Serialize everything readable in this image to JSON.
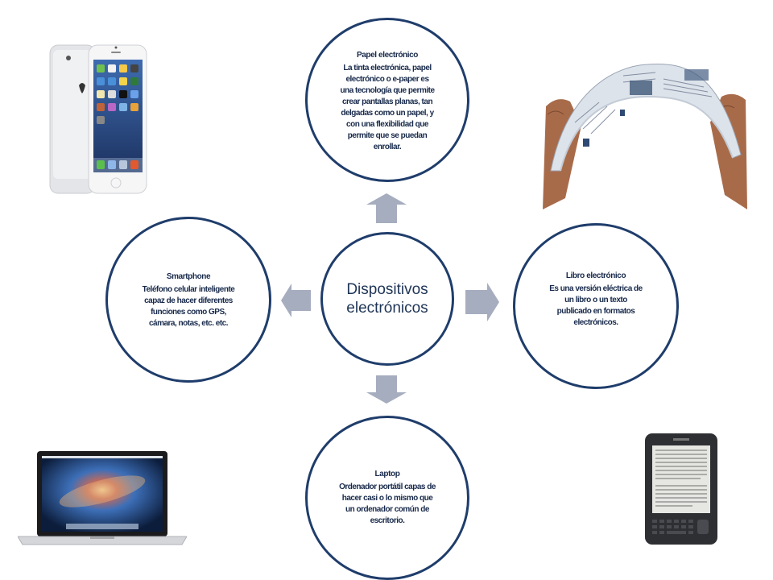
{
  "diagram": {
    "center": {
      "label": "Dispositivos electrónicos",
      "line1": "Dispositivos",
      "line2": "electrónicos"
    },
    "nodes": [
      {
        "id": "papel",
        "title": "Papel electrónico",
        "lines": [
          "La tinta electrónica, papel",
          "electrónico o e-paper es",
          "una tecnología que permite",
          "crear pantallas planas, tan",
          "delgadas como un papel, y",
          "con una flexibilidad que",
          "permite que se puedan",
          "enrollar."
        ]
      },
      {
        "id": "smartphone",
        "title": "Smartphone",
        "lines": [
          "Teléfono celular  inteligente",
          "capaz de hacer diferentes",
          "funciones como GPS,",
          "cámara,  notas, etc. etc."
        ]
      },
      {
        "id": "libro",
        "title": "Libro electrónico",
        "lines": [
          "Es una versión  eléctrica  de",
          "un libro o un  texto",
          "publicado en formatos",
          "electrónicos."
        ]
      },
      {
        "id": "laptop",
        "title": "Laptop",
        "lines": [
          "Ordenador portátil capas de",
          "hacer casi o lo mismo que",
          "un ordenador  común de",
          "escritorio."
        ]
      }
    ],
    "arrows": [
      "up",
      "left",
      "right",
      "down"
    ],
    "images": [
      {
        "name": "iphone-photo",
        "depicts": "smartphone"
      },
      {
        "name": "flexible-epaper-photo",
        "depicts": "papel electrónico"
      },
      {
        "name": "macbook-photo",
        "depicts": "laptop"
      },
      {
        "name": "kindle-photo",
        "depicts": "libro electrónico"
      }
    ],
    "colors": {
      "circle_border": "#1f3d6b",
      "text": "#17294a",
      "arrow": "#a6adbf",
      "background": "#ffffff"
    }
  }
}
